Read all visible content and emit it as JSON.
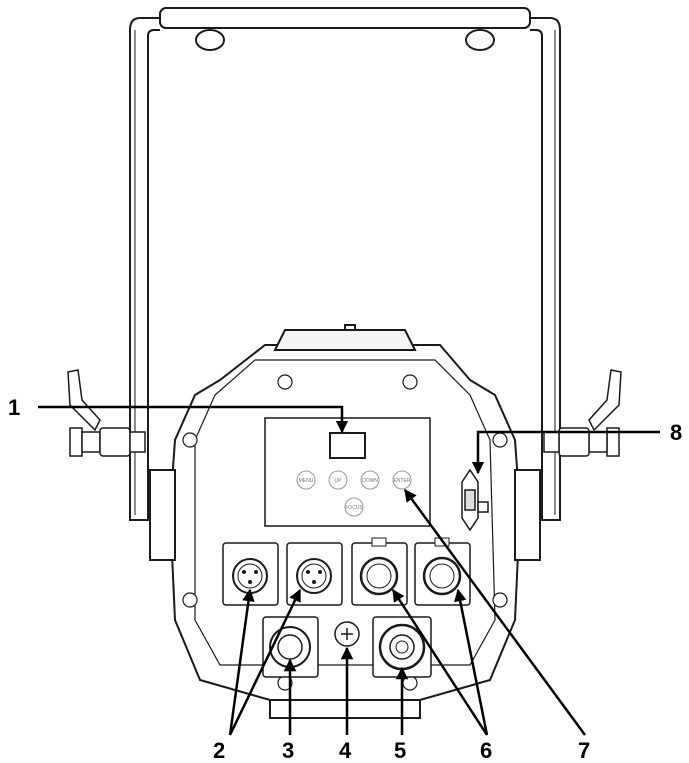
{
  "callouts": [
    {
      "id": "1",
      "label": "1"
    },
    {
      "id": "2",
      "label": "2"
    },
    {
      "id": "3",
      "label": "3"
    },
    {
      "id": "4",
      "label": "4"
    },
    {
      "id": "5",
      "label": "5"
    },
    {
      "id": "6",
      "label": "6"
    },
    {
      "id": "7",
      "label": "7"
    },
    {
      "id": "8",
      "label": "8"
    }
  ],
  "control_buttons": {
    "menu": "MENU",
    "up": "UP",
    "down": "DOWN",
    "enter": "ENTER",
    "focus": "FOCUS"
  },
  "colors": {
    "line": "#1a1a1a",
    "fill": "#ffffff",
    "shade": "#cfcfcf",
    "arrow": "#000000"
  }
}
